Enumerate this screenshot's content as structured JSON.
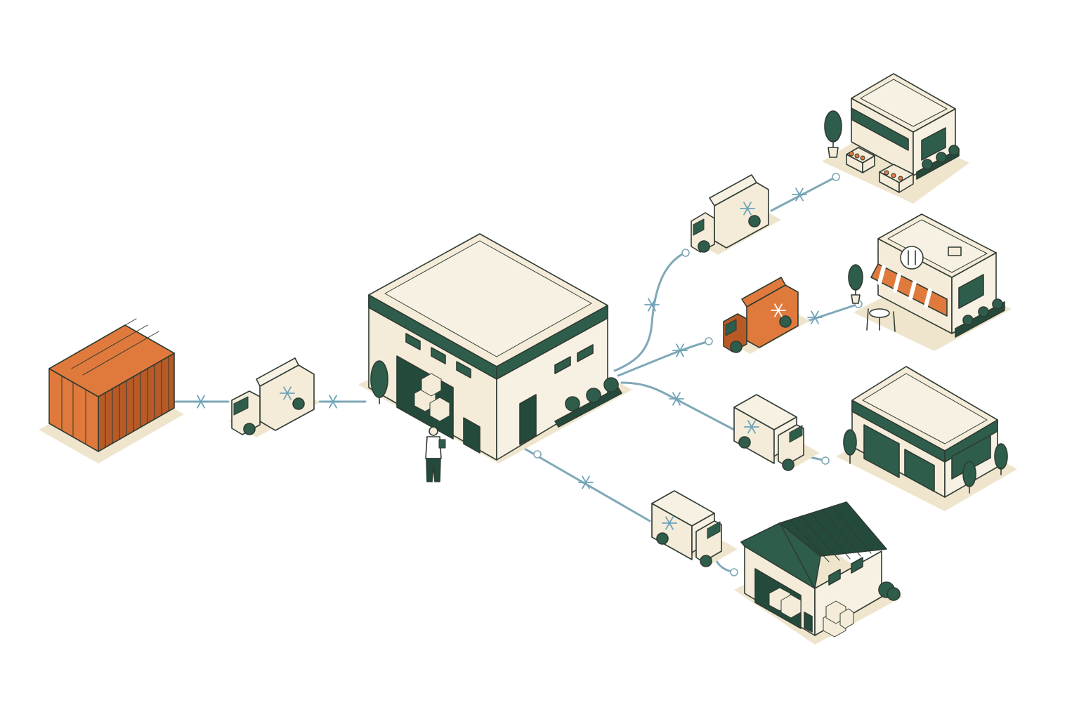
{
  "colors": {
    "cream": "#f4ecd9",
    "cream_light": "#f7f1e3",
    "ground": "#efe5cd",
    "green": "#2e5e4b",
    "green_dark": "#234a3a",
    "orange": "#e07a3c",
    "orange_dark": "#b85a26",
    "route": "#7fa8b8",
    "snow": "#6fa3b8",
    "ink": "#2f3b33"
  },
  "icons": {
    "route_marker": "snowflake-icon",
    "refrigeration": "snowflake-icon",
    "restaurant": "fork-knife-icon"
  },
  "nodes": [
    {
      "name": "shipping-container"
    },
    {
      "name": "distribution-center"
    },
    {
      "name": "grocery-store"
    },
    {
      "name": "restaurant"
    },
    {
      "name": "retail-store"
    },
    {
      "name": "storage-warehouse"
    }
  ]
}
